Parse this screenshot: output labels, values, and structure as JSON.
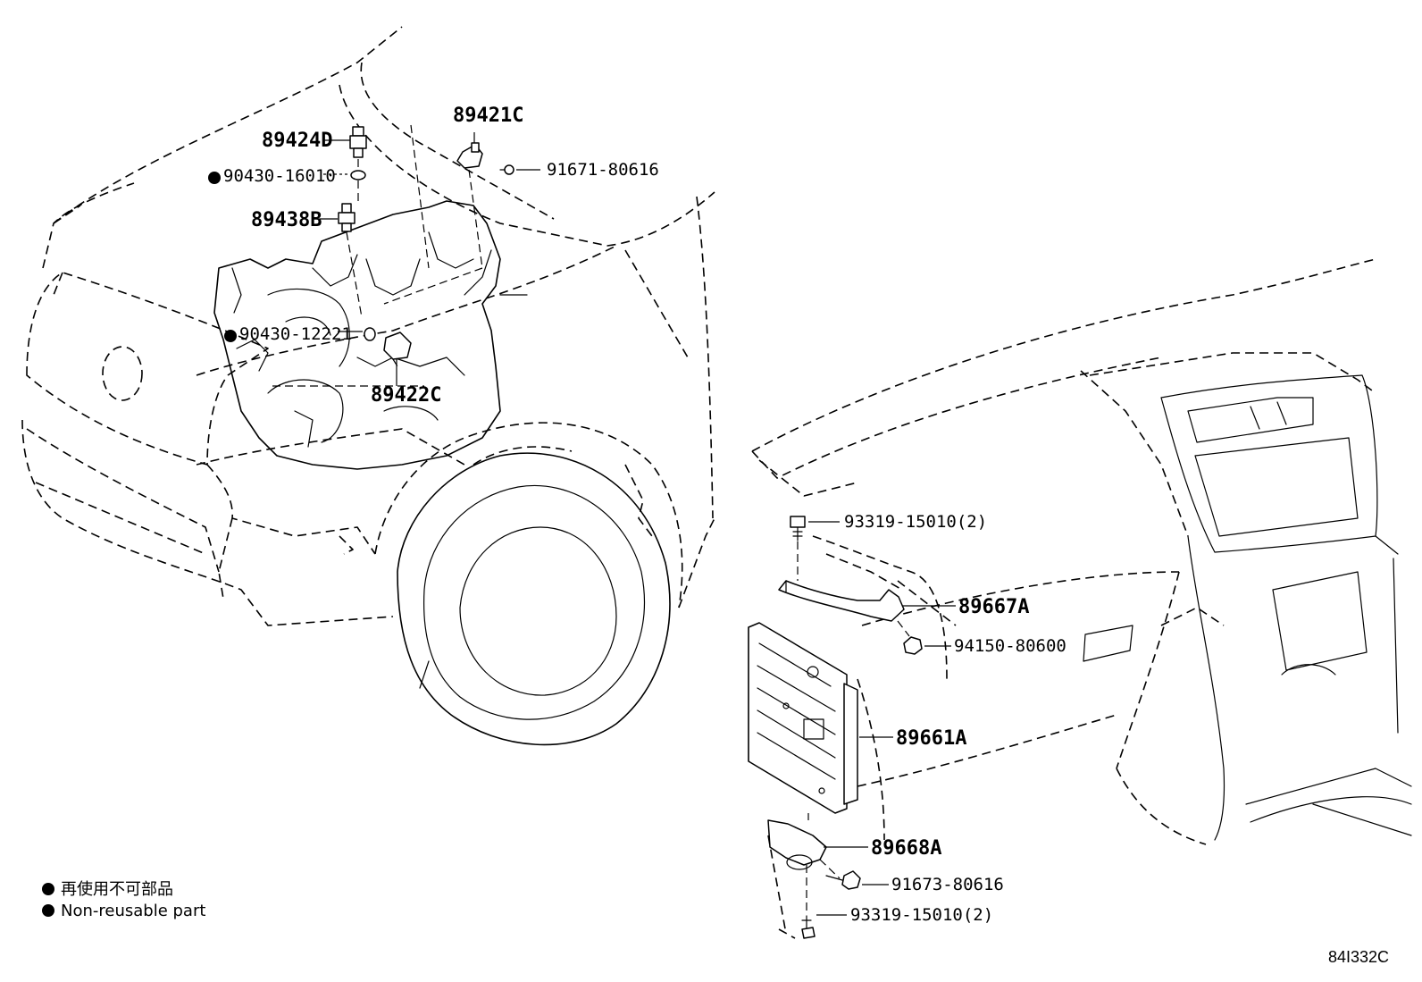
{
  "labels": {
    "p89424D": "89424D",
    "p90430_16010": "90430-16010",
    "p89438B": "89438B",
    "p89421C": "89421C",
    "p91671_80616": "91671-80616",
    "p90430_12221": "90430-12221",
    "p89422C": "89422C",
    "p93319_top": "93319-15010(2)",
    "p89667A": "89667A",
    "p94150_80600": "94150-80600",
    "p89661A": "89661A",
    "p89668A": "89668A",
    "p91673_80616": "91673-80616",
    "p93319_bottom": "93319-15010(2)"
  },
  "legend": {
    "item_ja": "再使用不可部品",
    "item_en": "Non-reusable part"
  },
  "diagram_code": "84I332C",
  "colors": {
    "line": "#000000",
    "background": "#ffffff"
  }
}
